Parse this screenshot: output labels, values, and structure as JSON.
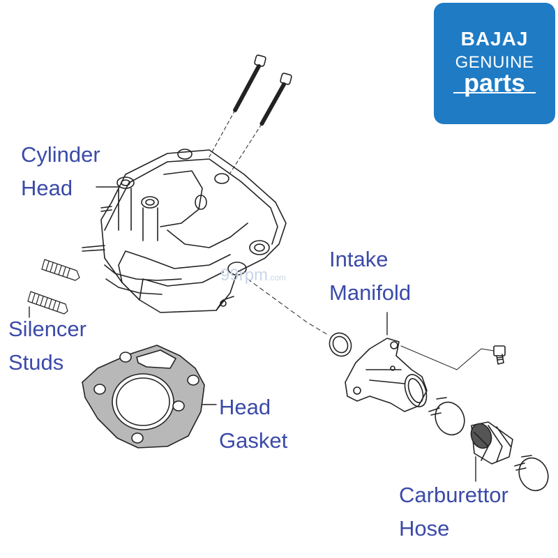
{
  "logo": {
    "brand": "BAJAJ",
    "genuine": "GENUINE",
    "parts": "parts",
    "background_color": "#1f7bc4"
  },
  "watermark": {
    "main": "99rpm",
    "suffix": ".com"
  },
  "labels": {
    "cylinder_head": [
      "Cylinder",
      "Head"
    ],
    "silencer_studs": [
      "Silencer",
      "Studs"
    ],
    "head_gasket": [
      "Head",
      "Gasket"
    ],
    "intake_manifold": [
      "Intake",
      "Manifold"
    ],
    "carburettor_hose": [
      "Carburettor",
      "Hose"
    ]
  },
  "label_color": "#3b4aa8",
  "line_color": "#222222"
}
